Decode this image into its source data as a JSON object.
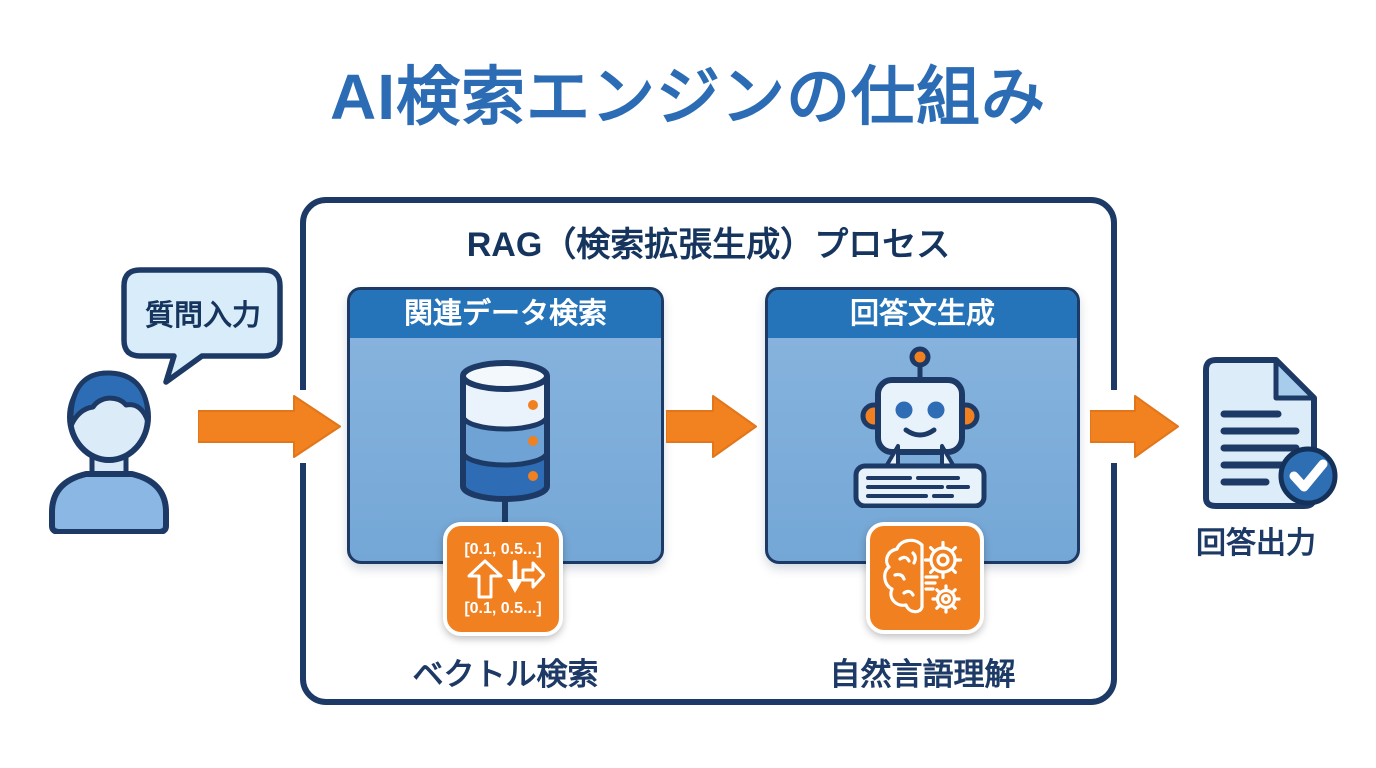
{
  "title": "AI検索エンジンの仕組み",
  "input": {
    "speech_bubble": "質問入力",
    "icon": "user-icon"
  },
  "rag": {
    "title": "RAG（検索拡張生成）プロセス",
    "steps": [
      {
        "header": "関連データ検索",
        "icon": "database-icon",
        "caption": "ベクトル検索",
        "badge": {
          "icon": "vector-arrows-icon",
          "line_top": "[0.1, 0.5...]",
          "line_bottom": "[0.1, 0.5...]"
        }
      },
      {
        "header": "回答文生成",
        "icon": "robot-icon",
        "caption": "自然言語理解",
        "badge": {
          "icon": "brain-gears-icon"
        }
      }
    ]
  },
  "output": {
    "label": "回答出力",
    "icon": "document-check-icon"
  },
  "colors": {
    "title_blue": "#2B6CB4",
    "navy": "#1D3A66",
    "header_blue": "#2573B9",
    "panel_blue": "#7CADD9",
    "accent_orange": "#F08020",
    "light_blue": "#D9ECFA"
  }
}
